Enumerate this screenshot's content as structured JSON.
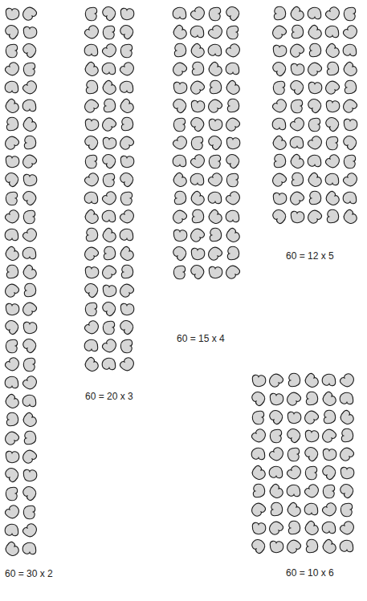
{
  "diagram": {
    "labels": [
      "60 = 30 x 2",
      "60 = 20 x 3",
      "60 = 15 x 4",
      "60 = 12 x 5",
      "60 = 10 x 6"
    ]
  }
}
